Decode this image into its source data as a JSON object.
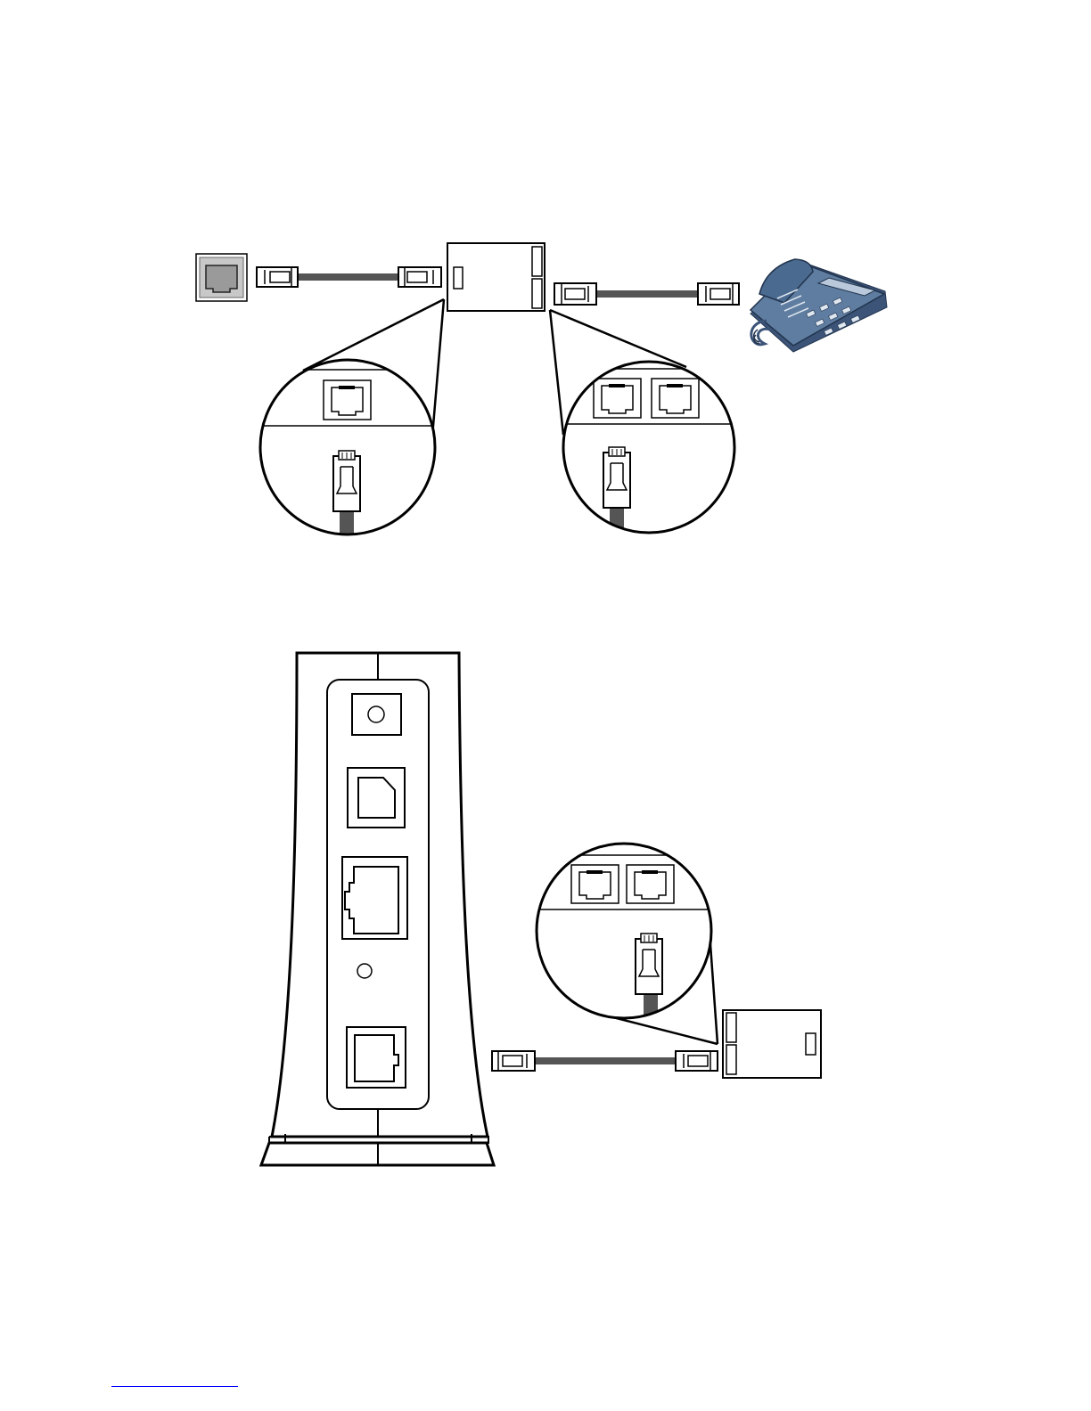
{
  "page": {
    "background": "#ffffff",
    "footer_rule_color": "#0000ff"
  },
  "colors": {
    "line": "#000000",
    "cable": "#555555",
    "wall_socket_face": "#c8c8c8",
    "phone_body": "#5f7da0",
    "phone_dark": "#3c5478",
    "phone_display": "#b9c9db"
  },
  "figures": [
    {
      "name": "splitter-connection-diagram",
      "items": [
        "wall-socket-icon",
        "rj11-cable",
        "splitter-box",
        "telephone-icon",
        "socket-detail-magnifier",
        "splitter-ports-detail-magnifier"
      ]
    },
    {
      "name": "modem-connection-diagram",
      "items": [
        "modem-rear-panel",
        "power-jack",
        "usb-port",
        "ethernet-port",
        "reset-button",
        "dsl-port",
        "rj11-cable",
        "splitter-box",
        "splitter-ports-detail-magnifier"
      ]
    }
  ]
}
